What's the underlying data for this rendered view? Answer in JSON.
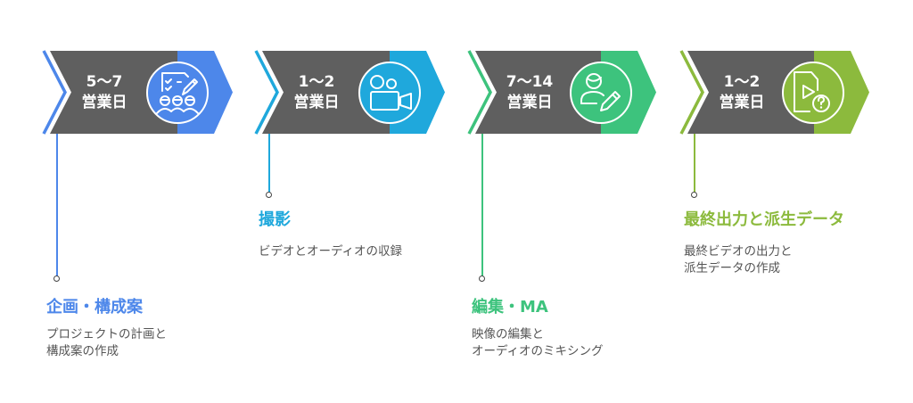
{
  "steps": [
    {
      "duration": [
        "5〜7",
        "営業日"
      ],
      "title": "企画・構成案",
      "description": [
        "プロジェクトの計画と",
        "構成案の作成"
      ],
      "color": "#4d87ea",
      "icon": "checklist-team-icon"
    },
    {
      "duration": [
        "1〜2",
        "営業日"
      ],
      "title": "撮影",
      "description": [
        "ビデオとオーディオの収録"
      ],
      "color": "#1fa8dc",
      "icon": "video-camera-icon"
    },
    {
      "duration": [
        "7〜14",
        "営業日"
      ],
      "title": "編集・MA",
      "description": [
        "映像の編集と",
        "オーディオのミキシング"
      ],
      "color": "#3dc37d",
      "icon": "person-edit-icon"
    },
    {
      "duration": [
        "1〜2",
        "営業日"
      ],
      "title": "最終出力と派生データ",
      "description": [
        "最終ビデオの出力と",
        "派生データの作成"
      ],
      "color": "#8cba3d",
      "icon": "video-file-question-icon"
    }
  ]
}
